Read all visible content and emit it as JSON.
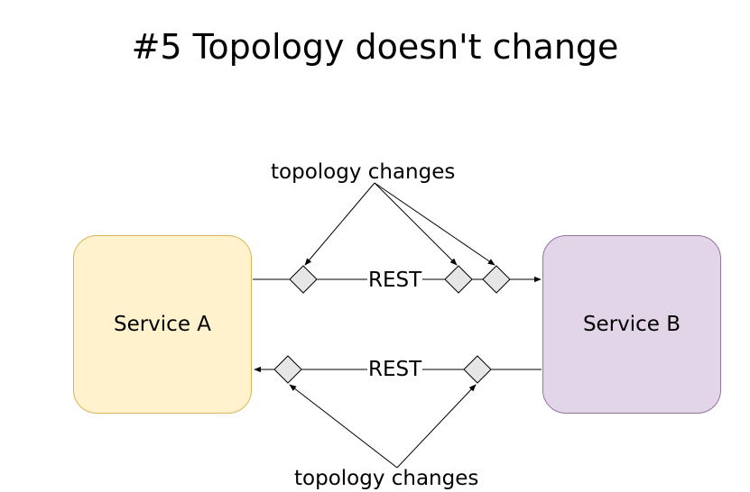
{
  "title": "#5 Topology doesn't change",
  "nodes": {
    "service_a": "Service A",
    "service_b": "Service B"
  },
  "edges": {
    "top_edge_label": "REST",
    "bottom_edge_label": "REST"
  },
  "annotations": {
    "top": "topology changes",
    "bottom": "topology changes"
  },
  "colors": {
    "service_a_fill": "#fff2cc",
    "service_a_stroke": "#d6b656",
    "service_b_fill": "#e1d5e7",
    "service_b_stroke": "#9673a6",
    "diamond_fill": "#e6e6e6"
  }
}
